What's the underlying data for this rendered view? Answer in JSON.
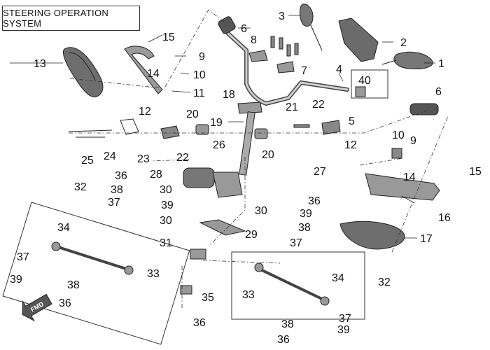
{
  "title": "STEERING OPERATION SYSTEM",
  "direction_badge": "FMD",
  "callouts": {
    "c1": "1",
    "c2": "2",
    "c3": "3",
    "c4": "4",
    "c5": "5",
    "c6a": "6",
    "c6b": "6",
    "c7": "7",
    "c8": "8",
    "c9a": "9",
    "c9b": "9",
    "c10a": "10",
    "c10b": "10",
    "c11": "11",
    "c12a": "12",
    "c12b": "12",
    "c13": "13",
    "c14a": "14",
    "c14b": "14",
    "c15a": "15",
    "c15b": "15",
    "c16": "16",
    "c17": "17",
    "c18": "18",
    "c19": "19",
    "c20a": "20",
    "c20b": "20",
    "c21": "21",
    "c22a": "22",
    "c22b": "22",
    "c23": "23",
    "c24": "24",
    "c25": "25",
    "c26": "26",
    "c27": "27",
    "c28": "28",
    "c29": "29",
    "c30a": "30",
    "c30b": "30",
    "c30c": "30",
    "c31": "31",
    "c32a": "32",
    "c32b": "32",
    "c33a": "33",
    "c33b": "33",
    "c34a": "34",
    "c34b": "34",
    "c35": "35",
    "c36a": "36",
    "c36b": "36",
    "c36c": "36",
    "c36d": "36",
    "c36e": "36",
    "c37a": "37",
    "c37b": "37",
    "c37c": "37",
    "c37d": "37",
    "c38a": "38",
    "c38b": "38",
    "c38c": "38",
    "c38d": "38",
    "c39a": "39",
    "c39b": "39",
    "c39c": "39",
    "c39d": "39",
    "c40": "40"
  }
}
